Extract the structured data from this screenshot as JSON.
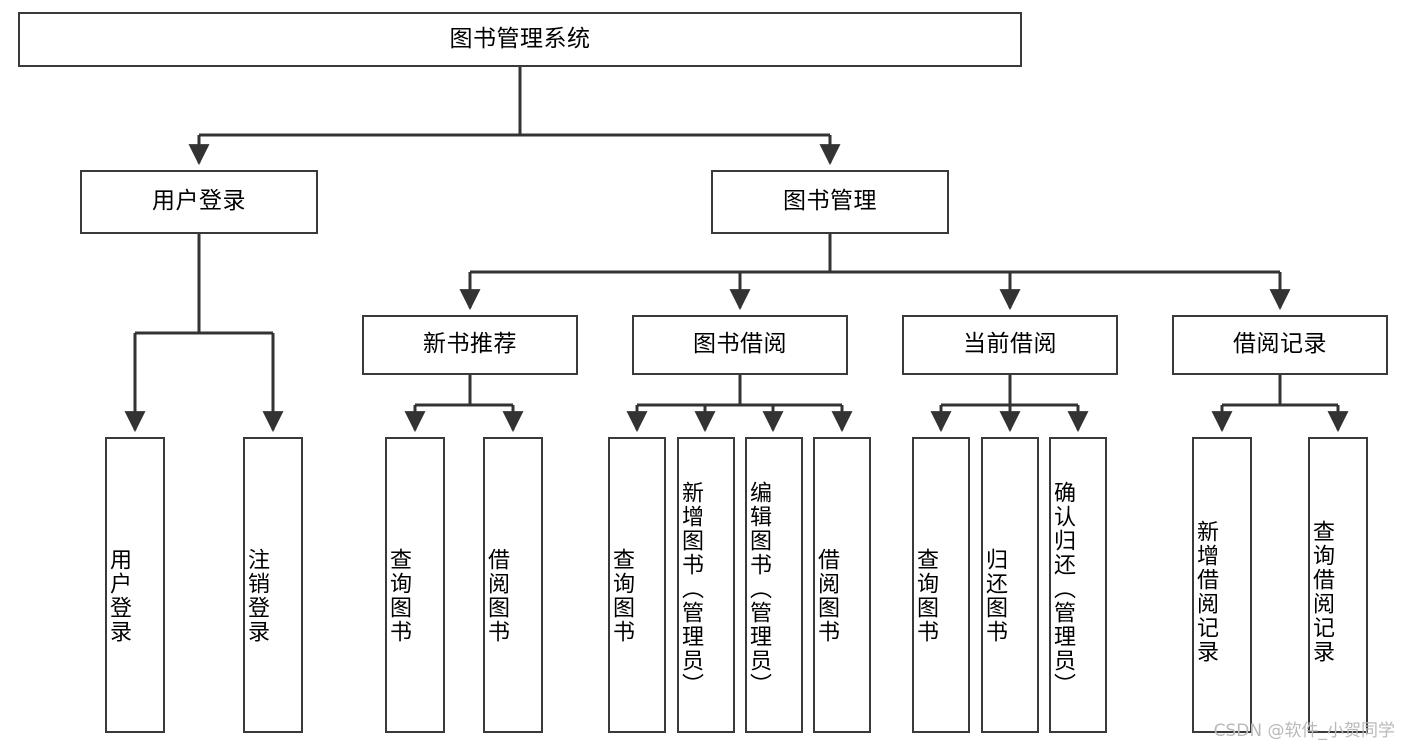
{
  "diagram": {
    "type": "tree-hierarchy",
    "title": "图书管理系统",
    "watermark": "CSDN @软件_小贺同学",
    "colors": {
      "node_border": "#3a3a3a",
      "node_fill": "#ffffff",
      "connector": "#333333",
      "text": "#000000",
      "watermark": "#b9b9b9",
      "background": "#ffffff"
    },
    "nodes": {
      "root": {
        "label": "图书管理系统",
        "level": 1,
        "orientation": "horizontal"
      },
      "level2": [
        {
          "id": "user-login",
          "label": "用户登录",
          "orientation": "horizontal"
        },
        {
          "id": "book-management",
          "label": "图书管理",
          "orientation": "horizontal"
        }
      ],
      "level3": [
        {
          "id": "new-book-recommend",
          "label": "新书推荐",
          "parent": "book-management",
          "orientation": "horizontal"
        },
        {
          "id": "book-borrow",
          "label": "图书借阅",
          "parent": "book-management",
          "orientation": "horizontal"
        },
        {
          "id": "current-borrow",
          "label": "当前借阅",
          "parent": "book-management",
          "orientation": "horizontal"
        },
        {
          "id": "borrow-record",
          "label": "借阅记录",
          "parent": "book-management",
          "orientation": "horizontal"
        }
      ],
      "leaves": [
        {
          "id": "leaf-user-login",
          "label": "用户登录",
          "parent": "user-login",
          "orientation": "vertical"
        },
        {
          "id": "leaf-logout-login",
          "label": "注销登录",
          "parent": "user-login",
          "orientation": "vertical"
        },
        {
          "id": "leaf-query-book-recommend",
          "label": "查询图书",
          "parent": "new-book-recommend",
          "orientation": "vertical"
        },
        {
          "id": "leaf-borrow-book-recommend",
          "label": "借阅图书",
          "parent": "new-book-recommend",
          "orientation": "vertical"
        },
        {
          "id": "leaf-query-book-borrow",
          "label": "查询图书",
          "parent": "book-borrow",
          "orientation": "vertical"
        },
        {
          "id": "leaf-add-book-admin",
          "label": "新增图书（管理员）",
          "parent": "book-borrow",
          "orientation": "vertical"
        },
        {
          "id": "leaf-edit-book-admin",
          "label": "编辑图书（管理员）",
          "parent": "book-borrow",
          "orientation": "vertical"
        },
        {
          "id": "leaf-borrow-book",
          "label": "借阅图书",
          "parent": "book-borrow",
          "orientation": "vertical"
        },
        {
          "id": "leaf-query-book-current",
          "label": "查询图书",
          "parent": "current-borrow",
          "orientation": "vertical"
        },
        {
          "id": "leaf-return-book",
          "label": "归还图书",
          "parent": "current-borrow",
          "orientation": "vertical"
        },
        {
          "id": "leaf-confirm-return-admin",
          "label": "确认归还（管理员）",
          "parent": "current-borrow",
          "orientation": "vertical"
        },
        {
          "id": "leaf-add-borrow-record",
          "label": "新增借阅记录",
          "parent": "borrow-record",
          "orientation": "vertical"
        },
        {
          "id": "leaf-query-borrow-record",
          "label": "查询借阅记录",
          "parent": "borrow-record",
          "orientation": "vertical"
        }
      ]
    }
  }
}
